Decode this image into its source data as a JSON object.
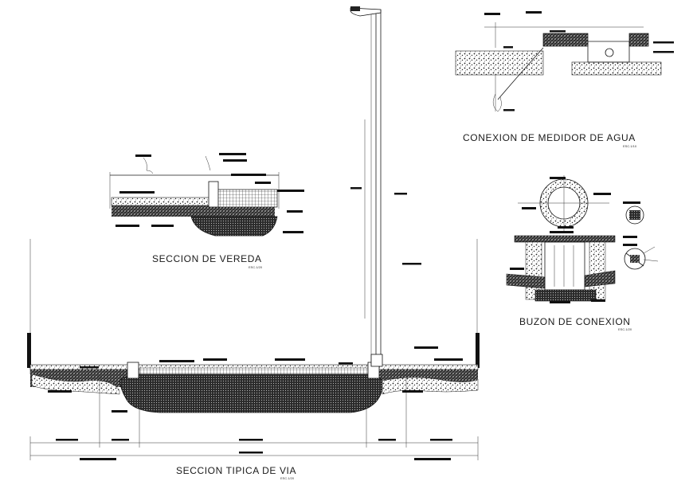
{
  "drawing": {
    "vereda": {
      "title": "SECCION DE VEREDA",
      "scale": "ESC.1/20"
    },
    "via": {
      "title": "SECCION TIPICA DE VIA",
      "scale": "ESC.1/20"
    },
    "medidor": {
      "title": "CONEXION DE MEDIDOR DE AGUA",
      "scale": "ESC.1/10"
    },
    "buzon": {
      "title": "BUZON DE CONEXION",
      "scale": "ESC.1/20"
    }
  },
  "colors": {
    "ink": "#1a1a1a",
    "hatch": "#3a3a3a",
    "paper": "#ffffff"
  }
}
